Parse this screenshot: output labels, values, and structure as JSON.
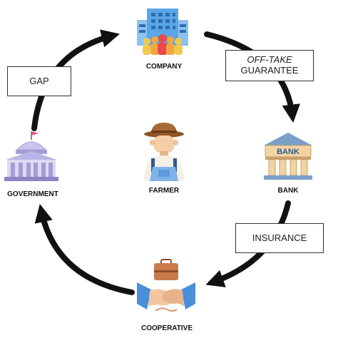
{
  "nodes": {
    "company": {
      "label": "COMPANY",
      "icon": "office-building-icon"
    },
    "bank": {
      "label": "BANK",
      "icon": "bank-building-icon",
      "sign": "BANK"
    },
    "cooperative": {
      "label": "COOPERATIVE",
      "icon": "handshake-briefcase-icon"
    },
    "government": {
      "label": "GOVERNMENT",
      "icon": "government-capitol-icon"
    },
    "farmer": {
      "label": "FARMER",
      "icon": "farmer-icon"
    }
  },
  "edges": {
    "company_to_bank": {
      "line1": "OFF-TAKE",
      "line2": "GUARANTEE"
    },
    "bank_to_cooperative": {
      "label": "INSURANCE"
    },
    "government_to_company": {
      "label": "GAP"
    }
  },
  "colors": {
    "arrow": "#111111",
    "building_blue": "#5aa5e6",
    "bank_beige": "#f2d4a4",
    "capitol_lavender": "#c9c6ec",
    "hand_blue": "#4a8fd8",
    "briefcase_brown": "#c97b4b",
    "farmer_hat": "#a86a35",
    "farmer_overalls": "#7fb3e8"
  }
}
